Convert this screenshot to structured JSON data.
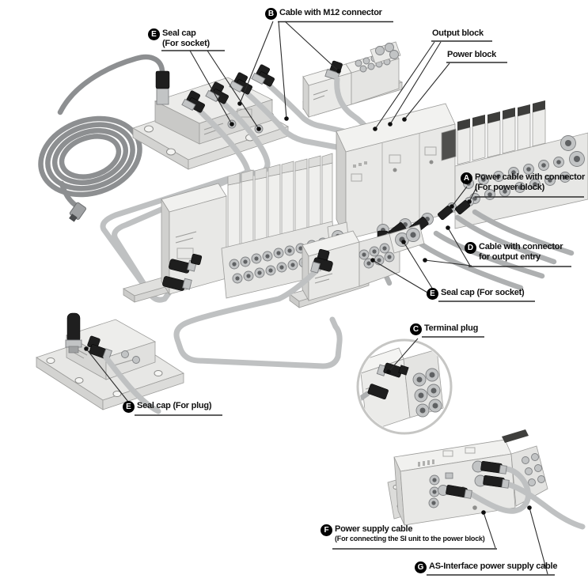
{
  "diagram_title": "AS-Interface manifold wiring diagram",
  "colors": {
    "background": "#ffffff",
    "label_text": "#111111",
    "badge_background": "#000000",
    "badge_text": "#ffffff",
    "leader_line": "#2b2b2b",
    "routing_cable": "#bfc1c2",
    "device_cable": "#aeb0b1",
    "coiled_cable": "#8d8f91",
    "device_body": "#e8e8e6",
    "device_top": "#f2f2f0",
    "connector_black": "#1e1e1e",
    "metal_fitting": "#c2c4c5",
    "valve_dark_cap": "#3d3d3b"
  },
  "callouts": [
    {
      "id": "cable-m12",
      "letter": "B",
      "line1": "Cable with M12 connector",
      "line2": ""
    },
    {
      "id": "seal-cap-socket-top",
      "letter": "E",
      "line1": "Seal cap",
      "line2": "(For socket)"
    },
    {
      "id": "output-block",
      "letter": "",
      "line1": "Output block",
      "line2": ""
    },
    {
      "id": "power-block",
      "letter": "",
      "line1": "Power block",
      "line2": ""
    },
    {
      "id": "power-cable-connector",
      "letter": "A",
      "line1": "Power cable with connector",
      "line2": "(For power block)"
    },
    {
      "id": "cable-output-entry",
      "letter": "D",
      "line1": "Cable with connector",
      "line2": "for output entry"
    },
    {
      "id": "seal-cap-socket-mid",
      "letter": "E",
      "line1": "Seal cap (For socket)",
      "line2": ""
    },
    {
      "id": "terminal-plug",
      "letter": "C",
      "line1": "Terminal plug",
      "line2": ""
    },
    {
      "id": "seal-cap-plug",
      "letter": "E",
      "line1": "Seal cap (For plug)",
      "line2": ""
    },
    {
      "id": "power-supply-cable",
      "letter": "F",
      "line1": "Power supply cable",
      "line2": "(For connecting the SI unit to the power block)"
    },
    {
      "id": "as-interface-cable",
      "letter": "G",
      "line1": "AS-Interface power supply cable",
      "line2": ""
    }
  ]
}
